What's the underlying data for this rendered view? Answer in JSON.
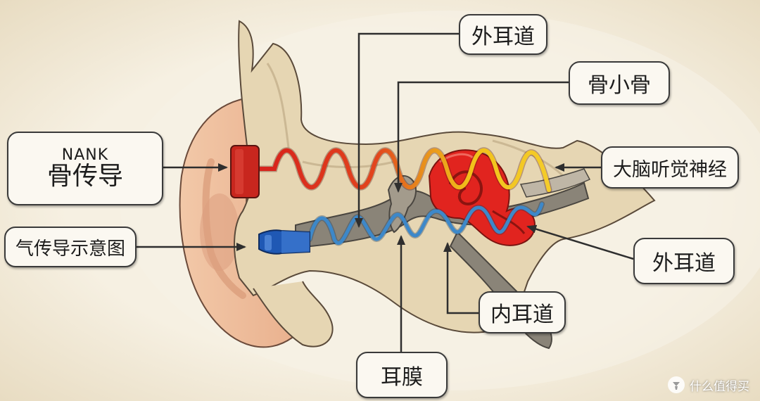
{
  "labels": {
    "nank_brand": "NANK",
    "nank_main": "骨传导",
    "air": "气传导示意图",
    "top_outer_canal": "外耳道",
    "ossicles": "骨小骨",
    "auditory_nerve": "大脑听觉神经",
    "right_outer_canal": "外耳道",
    "inner_canal": "内耳道",
    "eardrum": "耳膜"
  },
  "watermark": {
    "text": "什么值得买"
  },
  "colors": {
    "bone_wave_red": "#d8241c",
    "bone_wave_orange": "#e8901c",
    "bone_wave_yellow": "#f2c21a",
    "air_wave_blue": "#3d88c9",
    "cochlea_red": "#e1241f",
    "bone_transducer": "#c8261e",
    "air_earbud": "#1f58b4",
    "skin": "#f0c0a0",
    "bone": "#e8d9b8",
    "background": "#f1e9d6"
  },
  "icons": [
    "watermark-logo-icon"
  ]
}
